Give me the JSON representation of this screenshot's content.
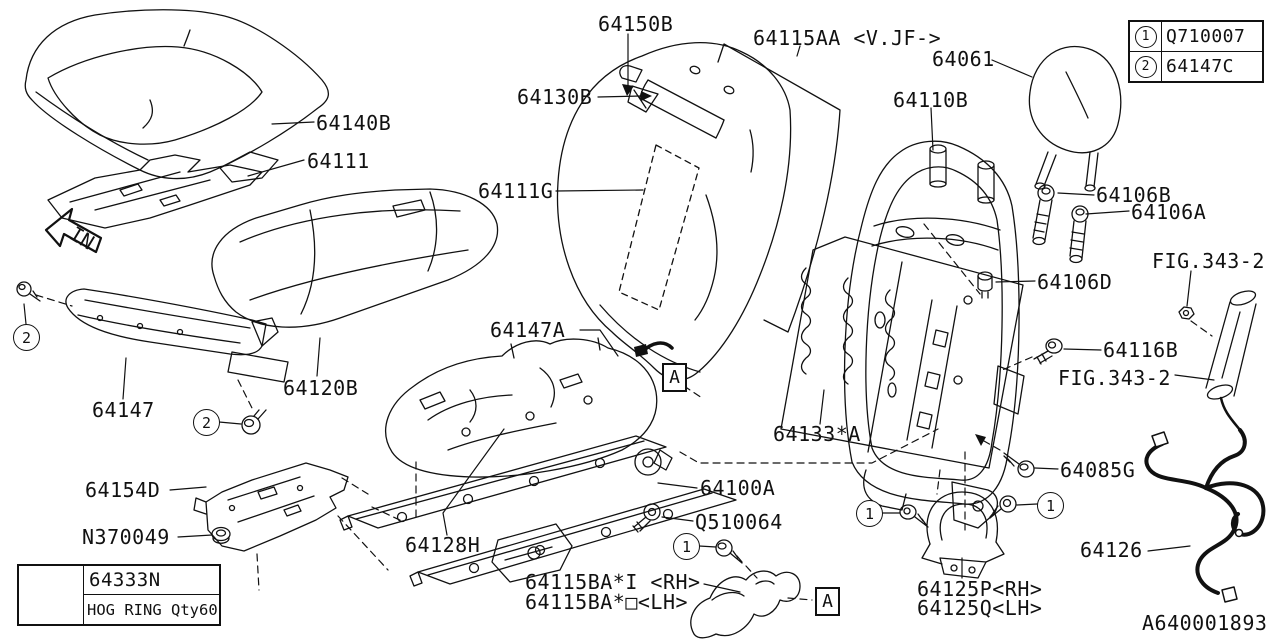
{
  "meta": {
    "background": "#ffffff",
    "ink": "#111111"
  },
  "legend_table": {
    "rows": [
      {
        "marker": "1",
        "part_number": "Q710007"
      },
      {
        "marker": "2",
        "part_number": "64147C"
      }
    ]
  },
  "hog_ring_box": {
    "part_number": "64333N",
    "description": "HOG RING Qty60"
  },
  "direction_arrow_label": "IN",
  "diagram_code": "A640001893",
  "markers": {
    "one": "1",
    "two": "2",
    "section_a": "A"
  },
  "callouts": {
    "c64150B": "64150B",
    "c64115AA": "64115AA <V.JF->",
    "c64061": "64061",
    "c64130B": "64130B",
    "c64110B": "64110B",
    "c64140B": "64140B",
    "c64111": "64111",
    "c64111G": "64111G",
    "c64106B": "64106B",
    "c64106A": "64106A",
    "cFIG343_2": "FIG.343-2",
    "c64106D": "64106D",
    "c64116B": "64116B",
    "c64147A": "64147A",
    "c64133A": "64133*A",
    "c64147": "64147",
    "c64120B": "64120B",
    "c64085G": "64085G",
    "c64154D": "64154D",
    "c64100A": "64100A",
    "cQ510064": "Q510064",
    "cN370049": "N370049",
    "c64128H": "64128H",
    "c64126": "64126",
    "c64115BA_RH": "64115BA*I <RH>",
    "c64115BA_LH": "64115BA*□<LH>",
    "c64125P": "64125P<RH>",
    "c64125Q": "64125Q<LH>"
  }
}
